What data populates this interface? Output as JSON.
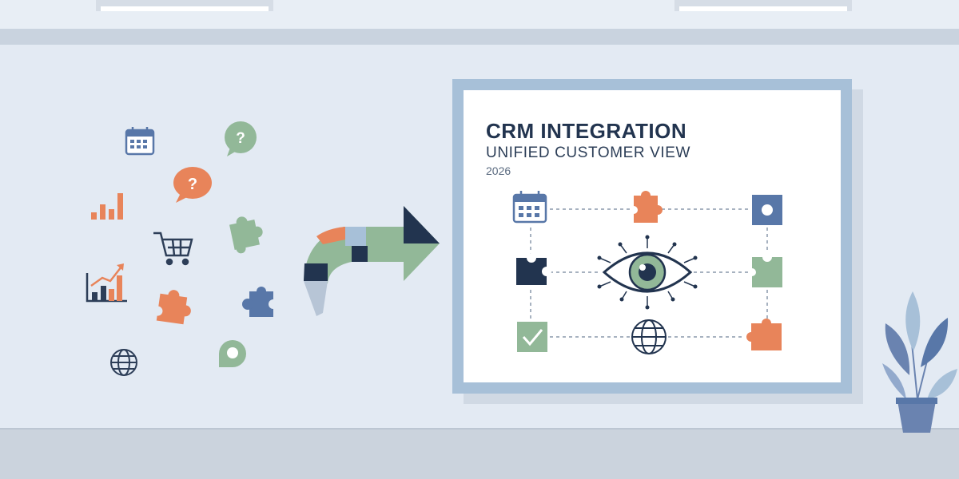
{
  "board": {
    "title": "CRM INTEGRATION",
    "subtitle": "UNIFIED CUSTOMER VIEW",
    "year": "2026"
  },
  "scattered_icons": {
    "question_mark": "?"
  },
  "icons": [
    "calendar-icon",
    "speech-bubble-question-icon",
    "bar-chart-icon",
    "shopping-cart-icon",
    "puzzle-piece-icon",
    "growth-chart-icon",
    "globe-icon",
    "chat-bubble-icon",
    "merge-arrow-icon",
    "eye-icon",
    "checkbox-icon",
    "stop-button-icon",
    "plant-icon"
  ],
  "colors": {
    "navy": "#22344f",
    "orange": "#e8845a",
    "sage": "#92b898",
    "slate_blue": "#5877a8",
    "frame_blue": "#a7c0d8",
    "wall": "#e3eaf3"
  }
}
